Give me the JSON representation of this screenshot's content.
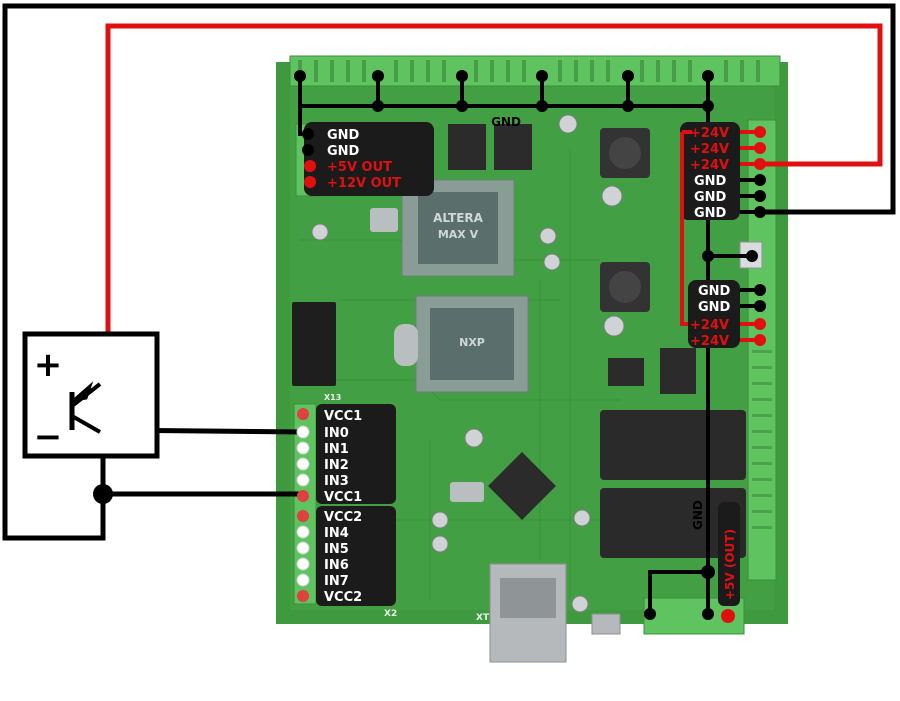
{
  "bus": {
    "gnd_label": "GND"
  },
  "power_left": {
    "gnd1": "GND",
    "gnd2": "GND",
    "v5": "+5V OUT",
    "v12": "+12V OUT"
  },
  "power_right_top": {
    "v24a": "+24V",
    "v24b": "+24V",
    "v24c": "+24V",
    "gnd1": "GND",
    "gnd2": "GND",
    "gnd3": "GND"
  },
  "power_right_mid": {
    "gnd1": "GND",
    "gnd2": "GND",
    "v24a": "+24V",
    "v24b": "+24V"
  },
  "inputs_top": {
    "vcc1a": "VCC1",
    "in0": "IN0",
    "in1": "IN1",
    "in2": "IN2",
    "in3": "IN3",
    "vcc1b": "VCC1"
  },
  "inputs_bottom": {
    "vcc2a": "VCC2",
    "in4": "IN4",
    "in5": "IN5",
    "in6": "IN6",
    "in7": "IN7",
    "vcc2b": "VCC2"
  },
  "bottom_right": {
    "gnd": "GND",
    "v5out": "+5V (OUT)"
  },
  "sensor": {
    "plus": "+",
    "minus": "−"
  },
  "chips": {
    "fpga_brand": "ALTERA",
    "fpga_model": "MAX V",
    "mcu_brand": "NXP"
  },
  "pcb_marks": {
    "x13": "X13",
    "x2": "X2",
    "xt": "XT"
  },
  "colors": {
    "wire_red": "#e01010",
    "wire_black": "#000000",
    "pcb_green": "#3f9a3f",
    "terminal_green": "#5fc35f",
    "label_bg": "#1b1b1b"
  }
}
